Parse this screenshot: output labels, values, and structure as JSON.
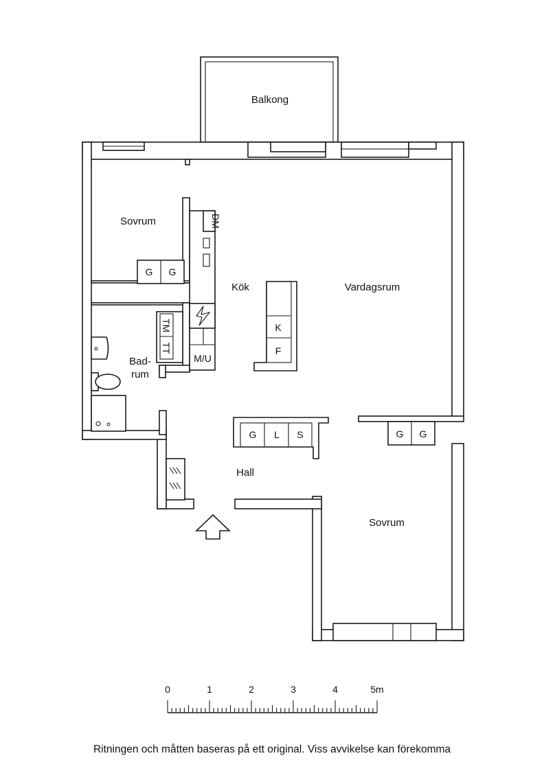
{
  "rooms": {
    "balcony": "Balkong",
    "bedroom_top": "Sovrum",
    "kitchen": "Kök",
    "living": "Vardagsrum",
    "bath_1": "Bad-",
    "bath_2": "rum",
    "hall": "Hall",
    "bedroom_bottom": "Sovrum"
  },
  "fixtures": {
    "dm": "DM",
    "tm": "TM",
    "tt": "TT",
    "mu": "M/U",
    "k": "K",
    "f": "F",
    "wardrobe_g": "G",
    "wardrobe_l": "L",
    "wardrobe_s": "S"
  },
  "scale": {
    "ticks": [
      "0",
      "1",
      "2",
      "3",
      "4",
      "5m"
    ]
  },
  "disclaimer": "Ritningen och måtten baseras på ett original. Viss avvikelse kan förekomma"
}
